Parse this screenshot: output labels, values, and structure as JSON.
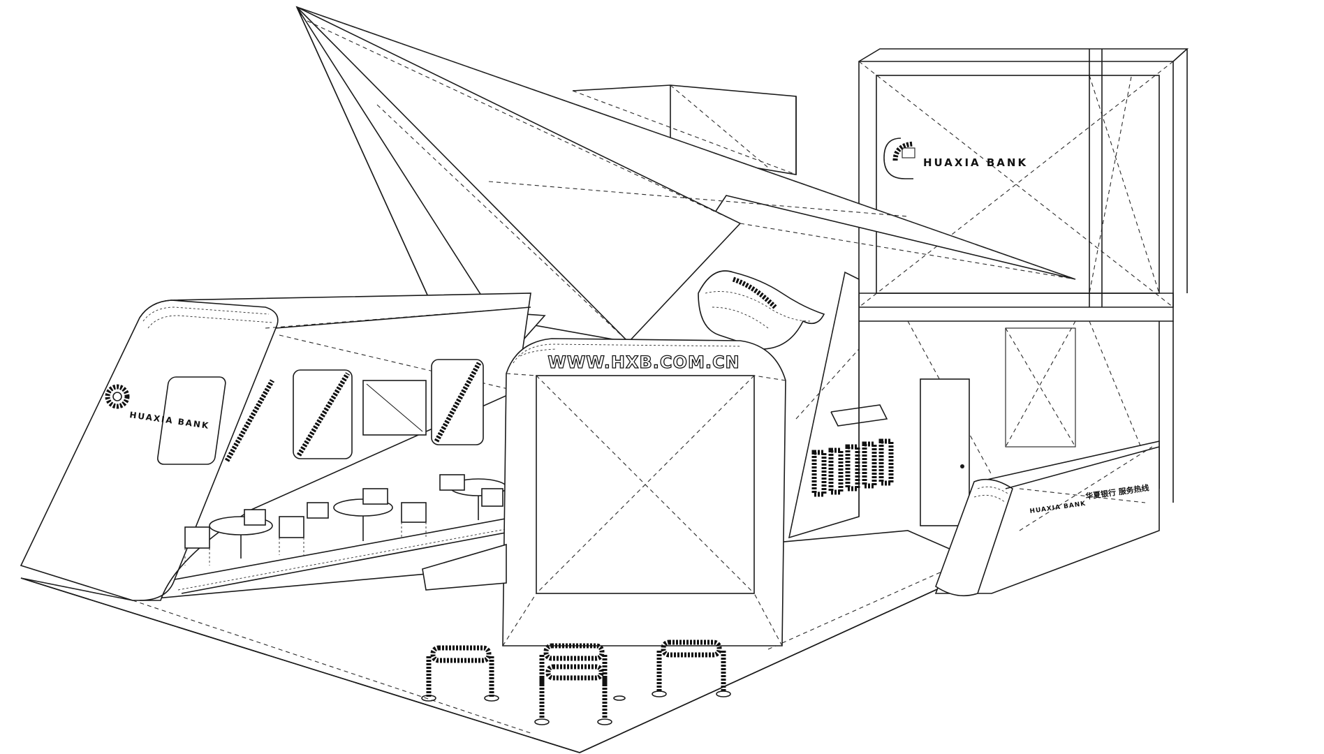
{
  "drawing": {
    "brand_name_upper": "HUAXIA BANK",
    "brand_name_left": "HUAXIA BANK",
    "brand_name_counter": "HUAXIA BANK",
    "website": "WWW.HXB.COM.CN",
    "counter_cn_text": "华夏银行 服务热线"
  },
  "colors": {
    "line": "#1a1a1a",
    "background": "#ffffff"
  }
}
